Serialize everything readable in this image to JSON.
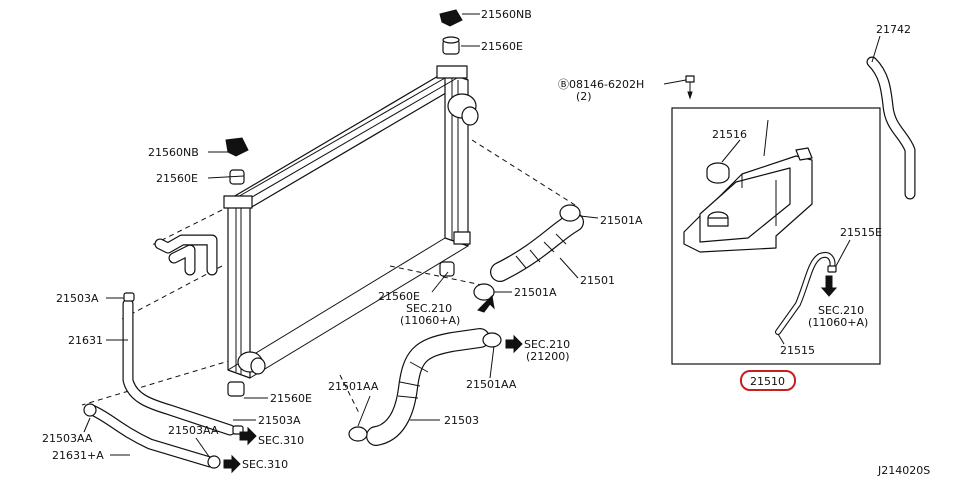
{
  "labels": {
    "p21560nb_top": "21560NB",
    "p21560e_top": "21560E",
    "p21742": "21742",
    "bolt_code": "Ⓑ08146-6202H",
    "bolt_qty": "(2)",
    "p21516": "21516",
    "p21560nb_left": "21560NB",
    "p21560e_left": "21560E",
    "p21501a_upper": "21501A",
    "p21515e": "21515E",
    "p21501": "21501",
    "p21503a_left": "21503A",
    "p21560e_mid": "21560E",
    "p21501a_mid": "21501A",
    "sec210_a": "SEC.210",
    "sec210_a_ref": "(11060+A)",
    "sec210_b": "SEC.210",
    "sec210_b_ref": "(11060+A)",
    "p21631": "21631",
    "sec210_c": "SEC.210",
    "sec210_c_ref": "(21200)",
    "p21515": "21515",
    "p21510": "21510",
    "p21560e_bottom": "21560E",
    "p21501aa_left": "21501AA",
    "p21501aa_right": "21501AA",
    "p21503a_bottom": "21503A",
    "sec310_a": "SEC.310",
    "p21503aa_left": "21503AA",
    "p21503aa_right": "21503AA",
    "p21503": "21503",
    "p21631a": "21631+A",
    "sec310_b": "SEC.310",
    "diagram_code": "J214020S"
  },
  "colors": {
    "line": "#111111",
    "highlight": "#c81e1e",
    "background": "#ffffff"
  }
}
